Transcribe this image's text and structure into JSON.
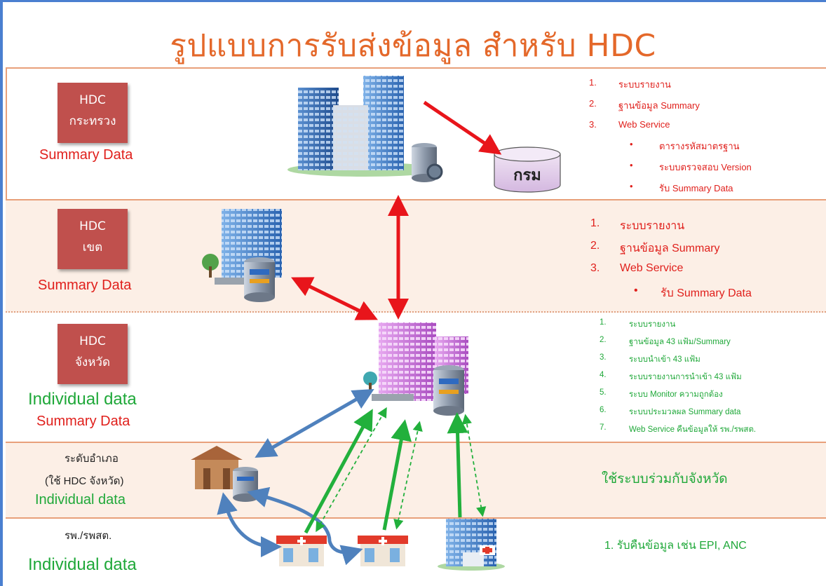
{
  "title": "รูปแบบการรับส่งข้อมูล สำหรับ HDC",
  "levels": [
    {
      "box_line1": "HDC",
      "box_line2": "กระทรวง",
      "caption1": "Summary Data"
    },
    {
      "box_line1": "HDC",
      "box_line2": "เขต",
      "caption1": "Summary Data"
    },
    {
      "box_line1": "HDC",
      "box_line2": "จังหวัด",
      "caption1": "Individual data",
      "caption2": "Summary Data"
    },
    {
      "label1": "ระดับอำเภอ",
      "label2": "(ใช้ HDC จังหวัด)",
      "caption1": "Individual data"
    },
    {
      "label1": "รพ./รพสต.",
      "caption1": "Individual data"
    }
  ],
  "ministry_list": {
    "items": [
      {
        "num": "1.",
        "text": "ระบบรายงาน"
      },
      {
        "num": "2.",
        "text": "ฐานข้อมูล Summary"
      },
      {
        "num": "3.",
        "text": "Web Service"
      }
    ],
    "bullets": [
      "ตารางรหัสมาตรฐาน",
      "ระบบตรวจสอบ Version",
      "รับ Summary Data"
    ]
  },
  "region_list": {
    "items": [
      {
        "num": "1.",
        "text": "ระบบรายงาน"
      },
      {
        "num": "2.",
        "text": "ฐานข้อมูล Summary"
      },
      {
        "num": "3.",
        "text": "Web Service"
      }
    ],
    "bullets": [
      "รับ Summary Data"
    ]
  },
  "province_list": {
    "items": [
      {
        "num": "1.",
        "text": "ระบบรายงาน"
      },
      {
        "num": "2.",
        "text": "ฐานข้อมูล 43 แฟ้ม/Summary"
      },
      {
        "num": "3.",
        "text": "ระบบนำเข้า 43 แฟ้ม"
      },
      {
        "num": "4.",
        "text": "ระบบรายงานการนำเข้า 43 แฟ้ม"
      },
      {
        "num": "5.",
        "text": "ระบบ Monitor ความถูกต้อง"
      },
      {
        "num": "6.",
        "text": "ระบบประมวลผล Summary data"
      },
      {
        "num": "7.",
        "text": "Web Service คืนข้อมูลให้ รพ./รพสต."
      }
    ]
  },
  "district_note": "ใช้ระบบร่วมกับจังหวัด",
  "hospital_note": "1. รับคืนข้อมูล เช่น EPI, ANC",
  "department_db": "กรม",
  "colors": {
    "red": "#e0201c",
    "green": "#1fa839",
    "blue_arrow": "#4f81bd",
    "orange_title": "#e4682a",
    "box_red": "#c0504d"
  }
}
